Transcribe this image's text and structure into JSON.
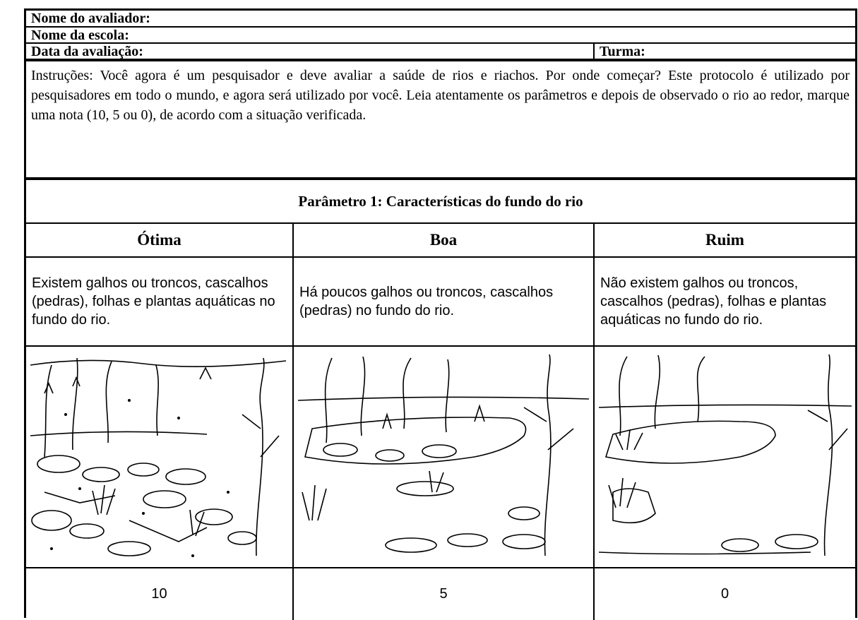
{
  "form": {
    "evaluator_label": "Nome do avaliador:",
    "school_label": "Nome da escola:",
    "date_label": "Data da avaliação:",
    "class_label": "Turma:",
    "instructions": "Instruções: Você agora é um pesquisador e deve avaliar a saúde de rios e riachos. Por onde começar? Este protocolo é utilizado por pesquisadores em todo o mundo, e agora será utilizado por você. Leia atentamente os parâmetros e depois de observado o rio ao redor, marque uma nota (10, 5 ou 0), de acordo com a situação verificada."
  },
  "parameter": {
    "title": "Parâmetro 1: Características do fundo do rio",
    "columns": [
      {
        "label": "Ótima",
        "description": "Existem galhos ou troncos, cascalhos (pedras), folhas e plantas aquáticas no fundo do rio.",
        "score": "10",
        "illustration": "river-bottom-rich-illustration"
      },
      {
        "label": "Boa",
        "description": "Há poucos galhos ou troncos, cascalhos (pedras) no fundo do rio.",
        "score": "5",
        "illustration": "river-bottom-moderate-illustration"
      },
      {
        "label": "Ruim",
        "description": "Não existem galhos ou troncos, cascalhos (pedras), folhas e plantas aquáticas no fundo do rio.",
        "score": "0",
        "illustration": "river-bottom-poor-illustration"
      }
    ]
  },
  "colors": {
    "ink": "#000000",
    "paper": "#ffffff"
  }
}
